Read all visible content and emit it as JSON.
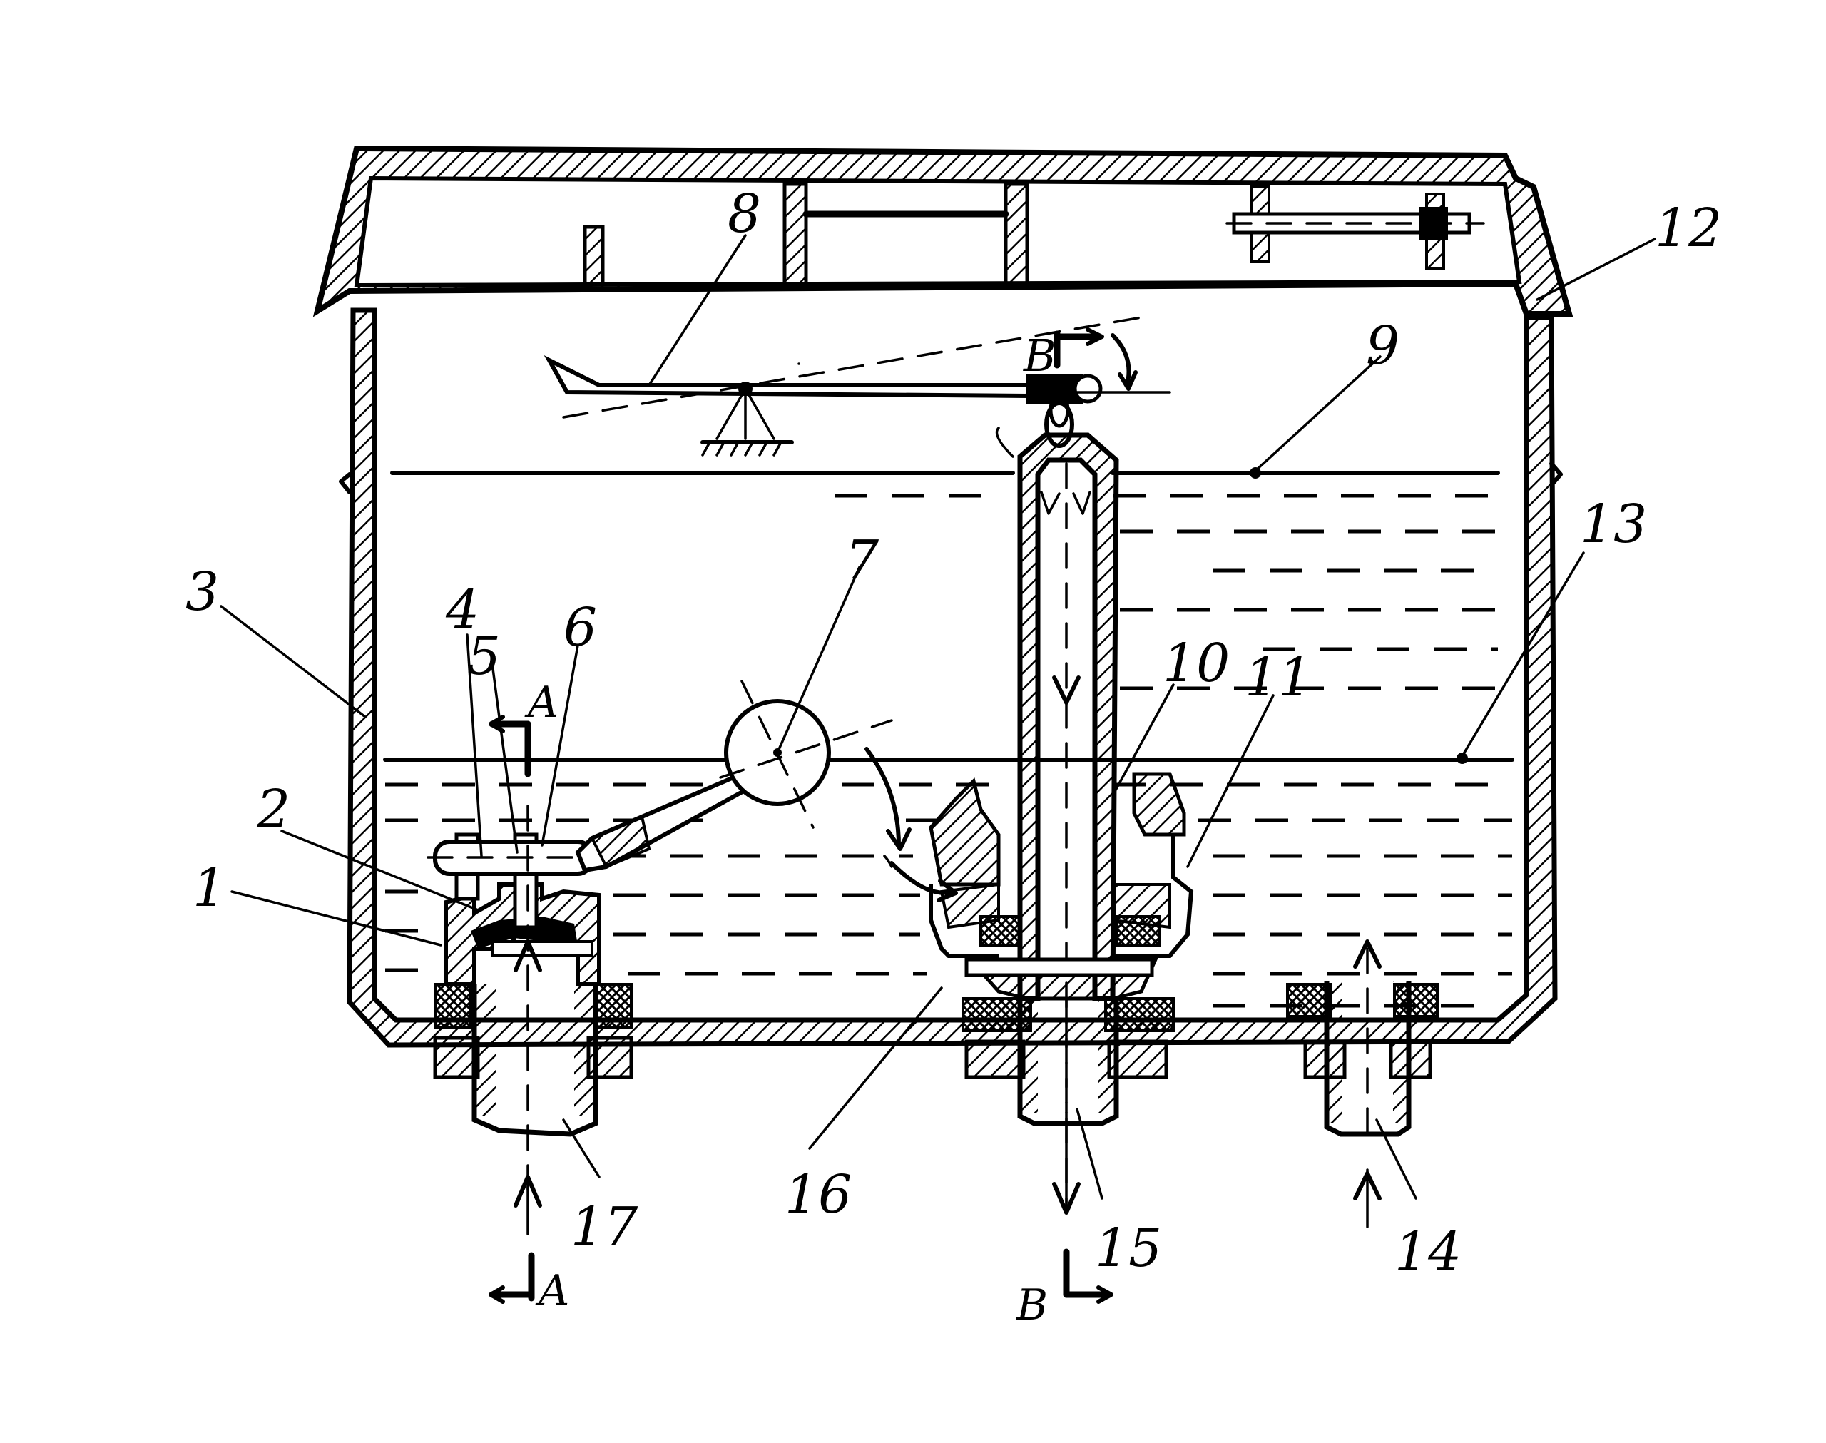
{
  "labels": {
    "n1": "1",
    "n2": "2",
    "n3": "3",
    "n4": "4",
    "n5": "5",
    "n6": "6",
    "n7": "7",
    "n8": "8",
    "n9": "9",
    "n10": "10",
    "n11": "11",
    "n12": "12",
    "n13": "13",
    "n14": "14",
    "n15": "15",
    "n16": "16",
    "n17": "17"
  },
  "section_marks": {
    "a_top": "A",
    "a_bottom": "A",
    "b_top": "B",
    "b_bottom": "B"
  }
}
